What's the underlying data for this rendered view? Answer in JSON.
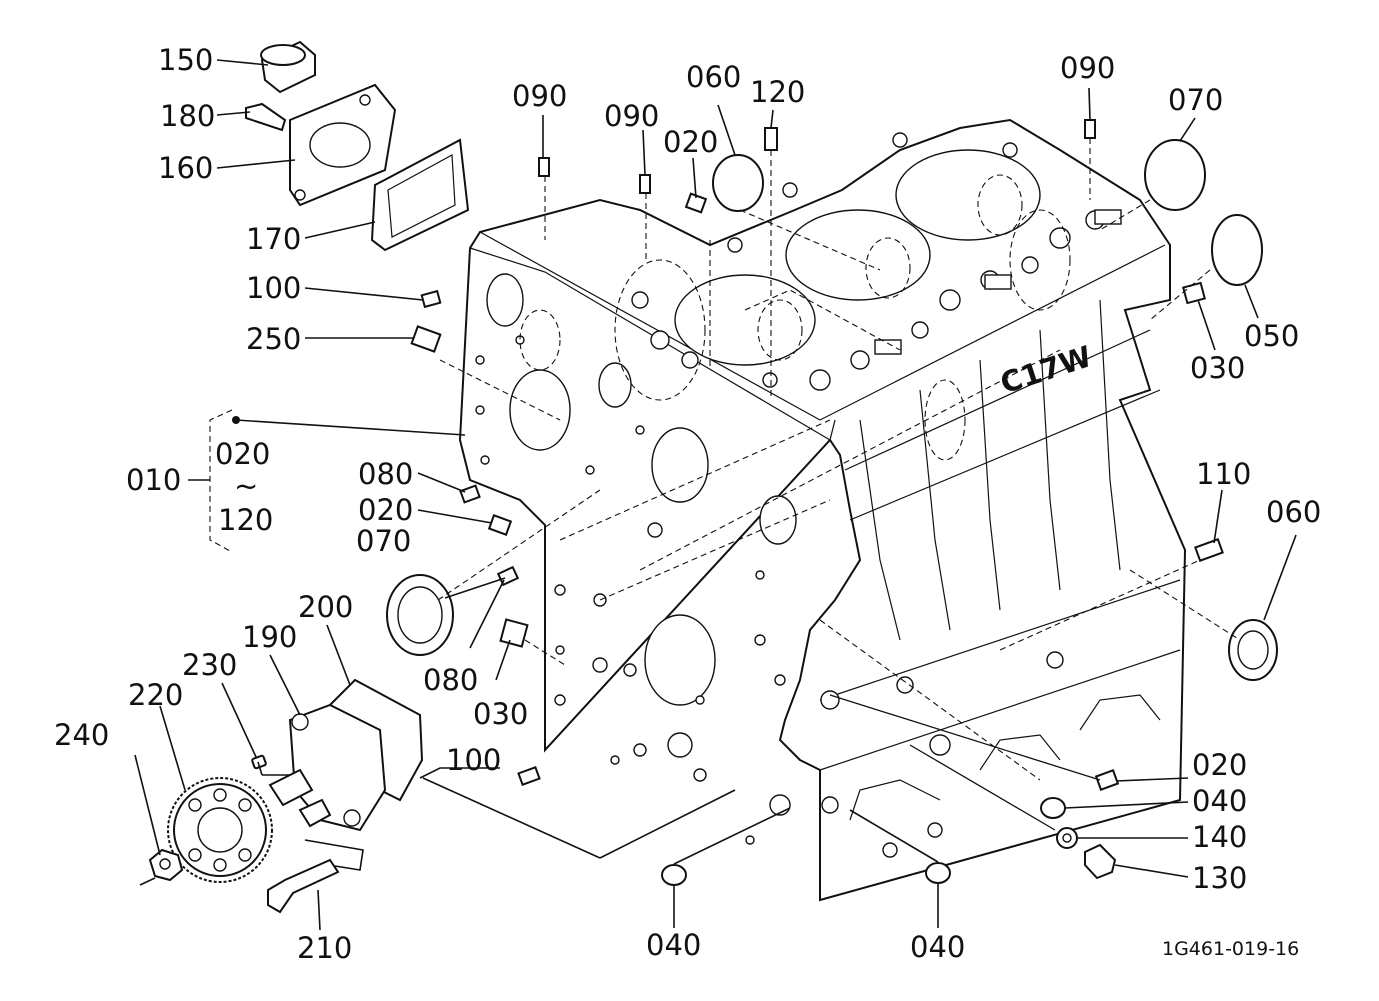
{
  "diagram": {
    "title": "",
    "reference_code": "1G461-019-16",
    "block_marking": "C17W",
    "range_bracket": {
      "main": "010",
      "from": "020",
      "tilde": "~",
      "to": "120"
    },
    "callouts": {
      "c150": "150",
      "c180": "180",
      "c160": "160",
      "c170": "170",
      "c100a": "100",
      "c250": "250",
      "c010": "010",
      "c080a": "080",
      "c020b": "020",
      "c070a": "070",
      "c080b": "080",
      "c030a": "030",
      "c200": "200",
      "c190": "190",
      "c230": "230",
      "c220": "220",
      "c240": "240",
      "c210": "210",
      "c100b": "100",
      "c040a": "040",
      "c040b": "040",
      "c090a": "090",
      "c090b": "090",
      "c020a": "020",
      "c060a": "060",
      "c120": "120",
      "c090c": "090",
      "c070b": "070",
      "c050": "050",
      "c030b": "030",
      "c110": "110",
      "c060b": "060",
      "c020c": "020",
      "c040c": "040",
      "c140": "140",
      "c130": "130"
    }
  }
}
